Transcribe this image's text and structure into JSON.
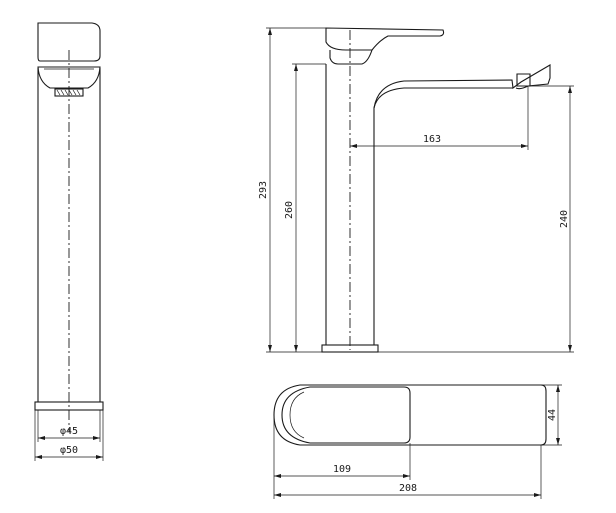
{
  "dimensions": {
    "front_inner_diameter": "φ45",
    "front_outer_diameter": "φ50",
    "spout_reach": "163",
    "total_height": "293",
    "body_height": "260",
    "outlet_height": "240",
    "handle_depth": "44",
    "handle_length": "109",
    "overall_length": "208"
  }
}
